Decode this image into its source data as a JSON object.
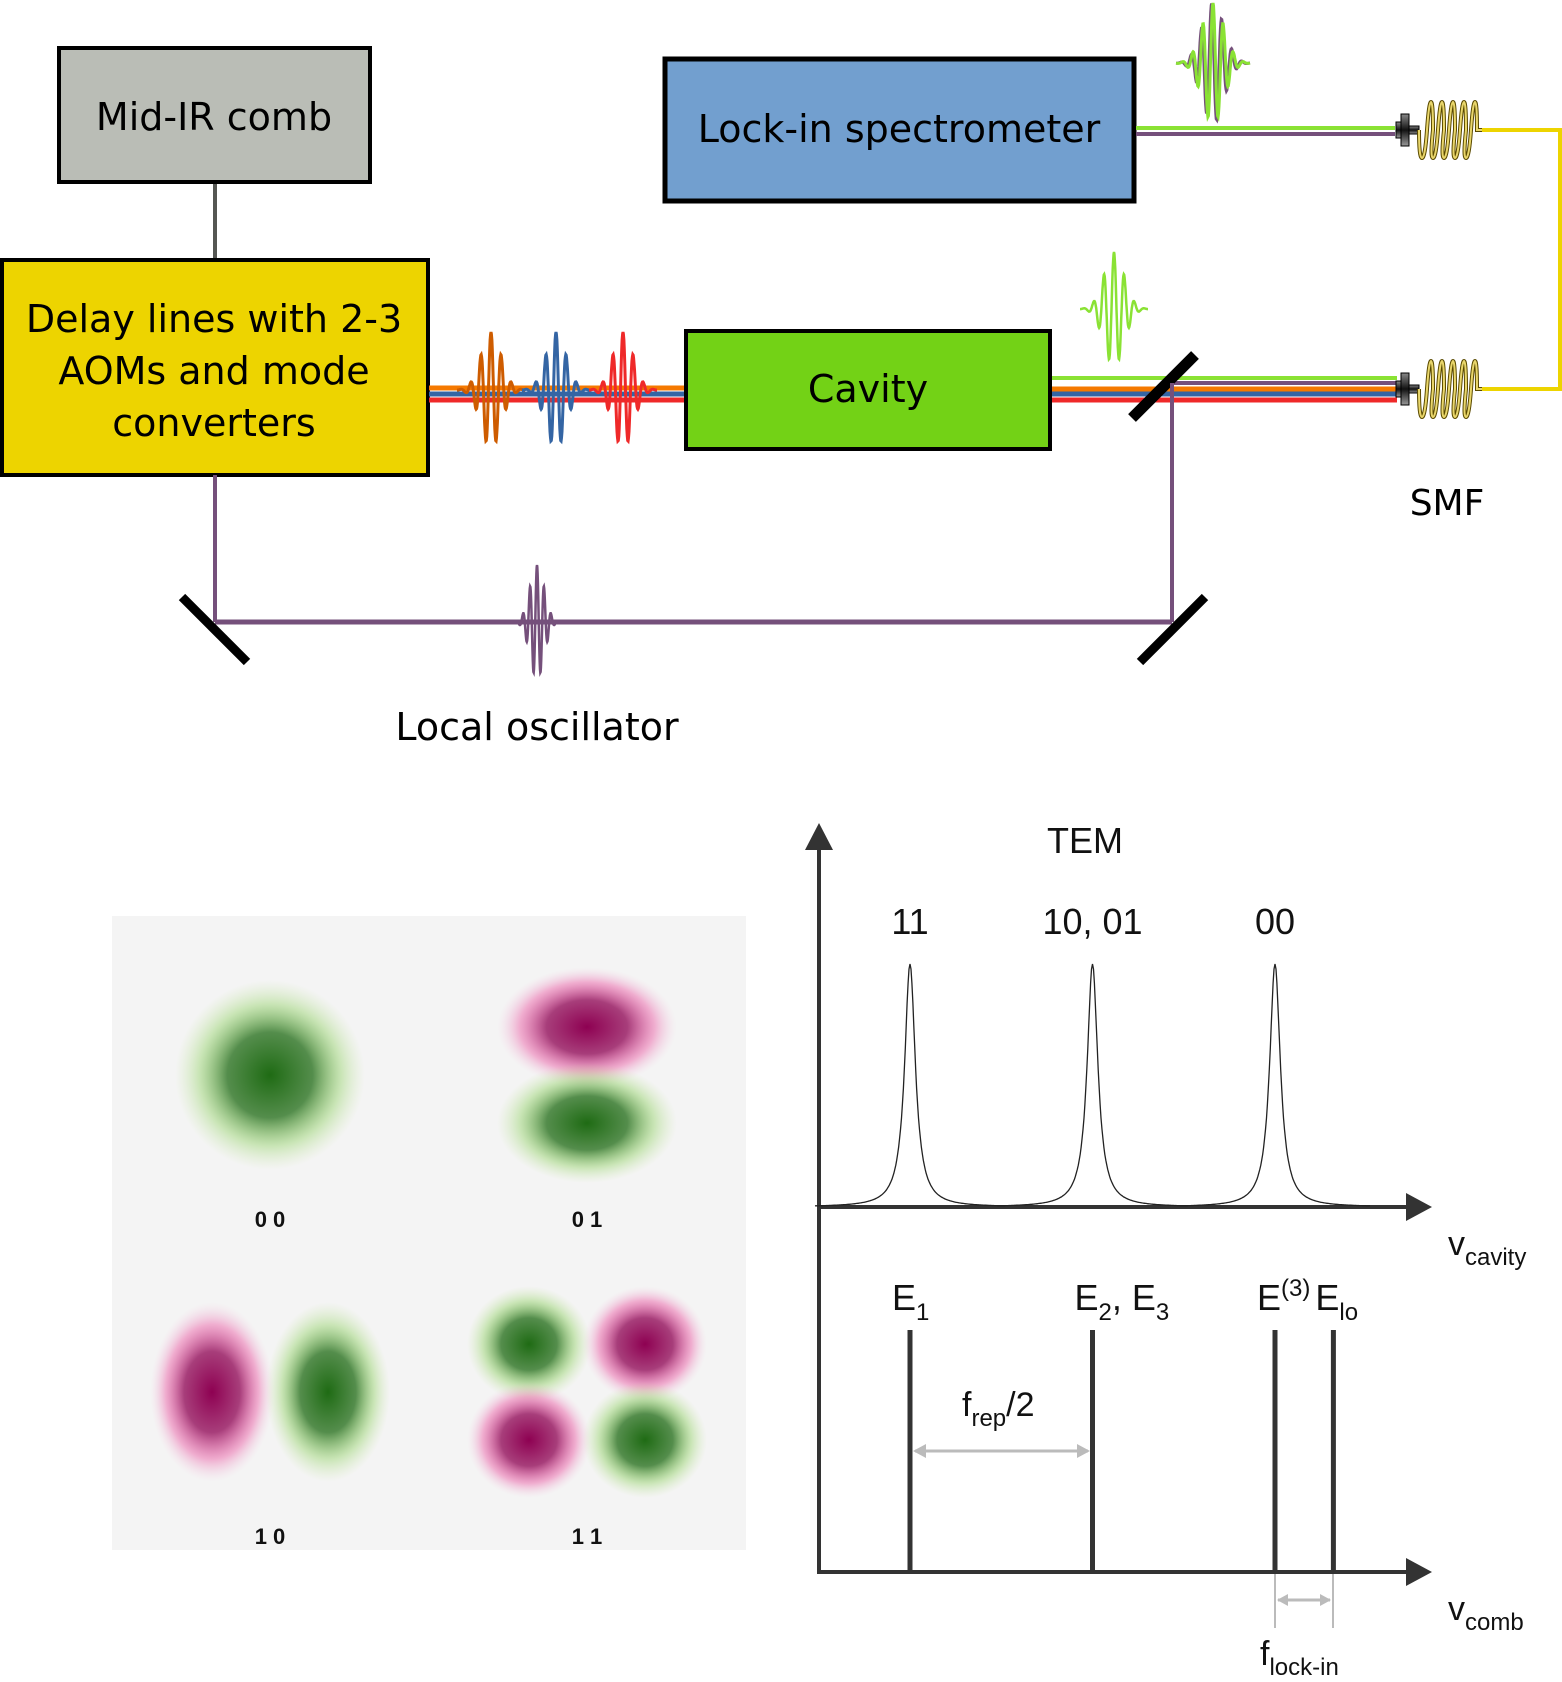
{
  "setup": {
    "boxes": {
      "comb": {
        "label": "Mid-IR comb",
        "color": "#babdb6"
      },
      "delay": {
        "lines": [
          "Delay lines with 2-3",
          "AOMs and mode",
          "converters"
        ],
        "color": "#edd400"
      },
      "spectrometer": {
        "label": "Lock-in spectrometer",
        "color": "#729fcf"
      },
      "cavity": {
        "label": "Cavity",
        "color": "#73d216"
      }
    },
    "labels": {
      "fiber": "SMF",
      "local_oscillator": "Local oscillator"
    },
    "beam_colors": {
      "orange": "#f57900",
      "pulse_orange": "#ce5c00",
      "blue": "#3465a4",
      "red": "#ef2929",
      "green": "#8ae234",
      "purple": "#75507b",
      "fiber_yellow": "#edd400",
      "coil": "#c4a000",
      "mirror": "#000000",
      "connector": "#555753"
    }
  },
  "modes": {
    "panel_bg": "#f4f4f4",
    "positive_color": "#1f6b14",
    "negative_color": "#8e0152",
    "items": [
      {
        "label": "0 0",
        "m": 0,
        "n": 0
      },
      {
        "label": "0 1",
        "m": 0,
        "n": 1
      },
      {
        "label": "1 0",
        "m": 1,
        "n": 0
      },
      {
        "label": "1 1",
        "m": 1,
        "n": 1
      }
    ]
  },
  "chart_data": {
    "type": "line",
    "title": "TEM",
    "axis_color": "#333333",
    "upper": {
      "xlabel_main": "v",
      "xlabel_sub": "cavity",
      "peaks": [
        {
          "label": "11",
          "position": 1
        },
        {
          "label": "10, 01",
          "position": 2
        },
        {
          "label": "00",
          "position": 3
        }
      ],
      "x_range": [
        0,
        4.5
      ],
      "shape": "lorentzian"
    },
    "lower": {
      "xlabel_main": "v",
      "xlabel_sub": "comb",
      "lines": [
        {
          "main": "E",
          "sub": "1",
          "sup": "",
          "position": 1
        },
        {
          "main": "E",
          "sub": "2",
          "sup": "",
          "extra_main": ", E",
          "extra_sub": "3",
          "position": 2
        },
        {
          "main": "E",
          "sub": "",
          "sup": "(3)",
          "position": 3
        },
        {
          "main": "E",
          "sub": "lo",
          "sup": "",
          "position": 3.32
        }
      ],
      "spacing_label": {
        "main": "f",
        "sub": "rep",
        "suffix": "/2"
      },
      "lockin_label": {
        "main": "f",
        "sub": "lock-in"
      },
      "arrow_color": "#bbbbbb"
    }
  }
}
